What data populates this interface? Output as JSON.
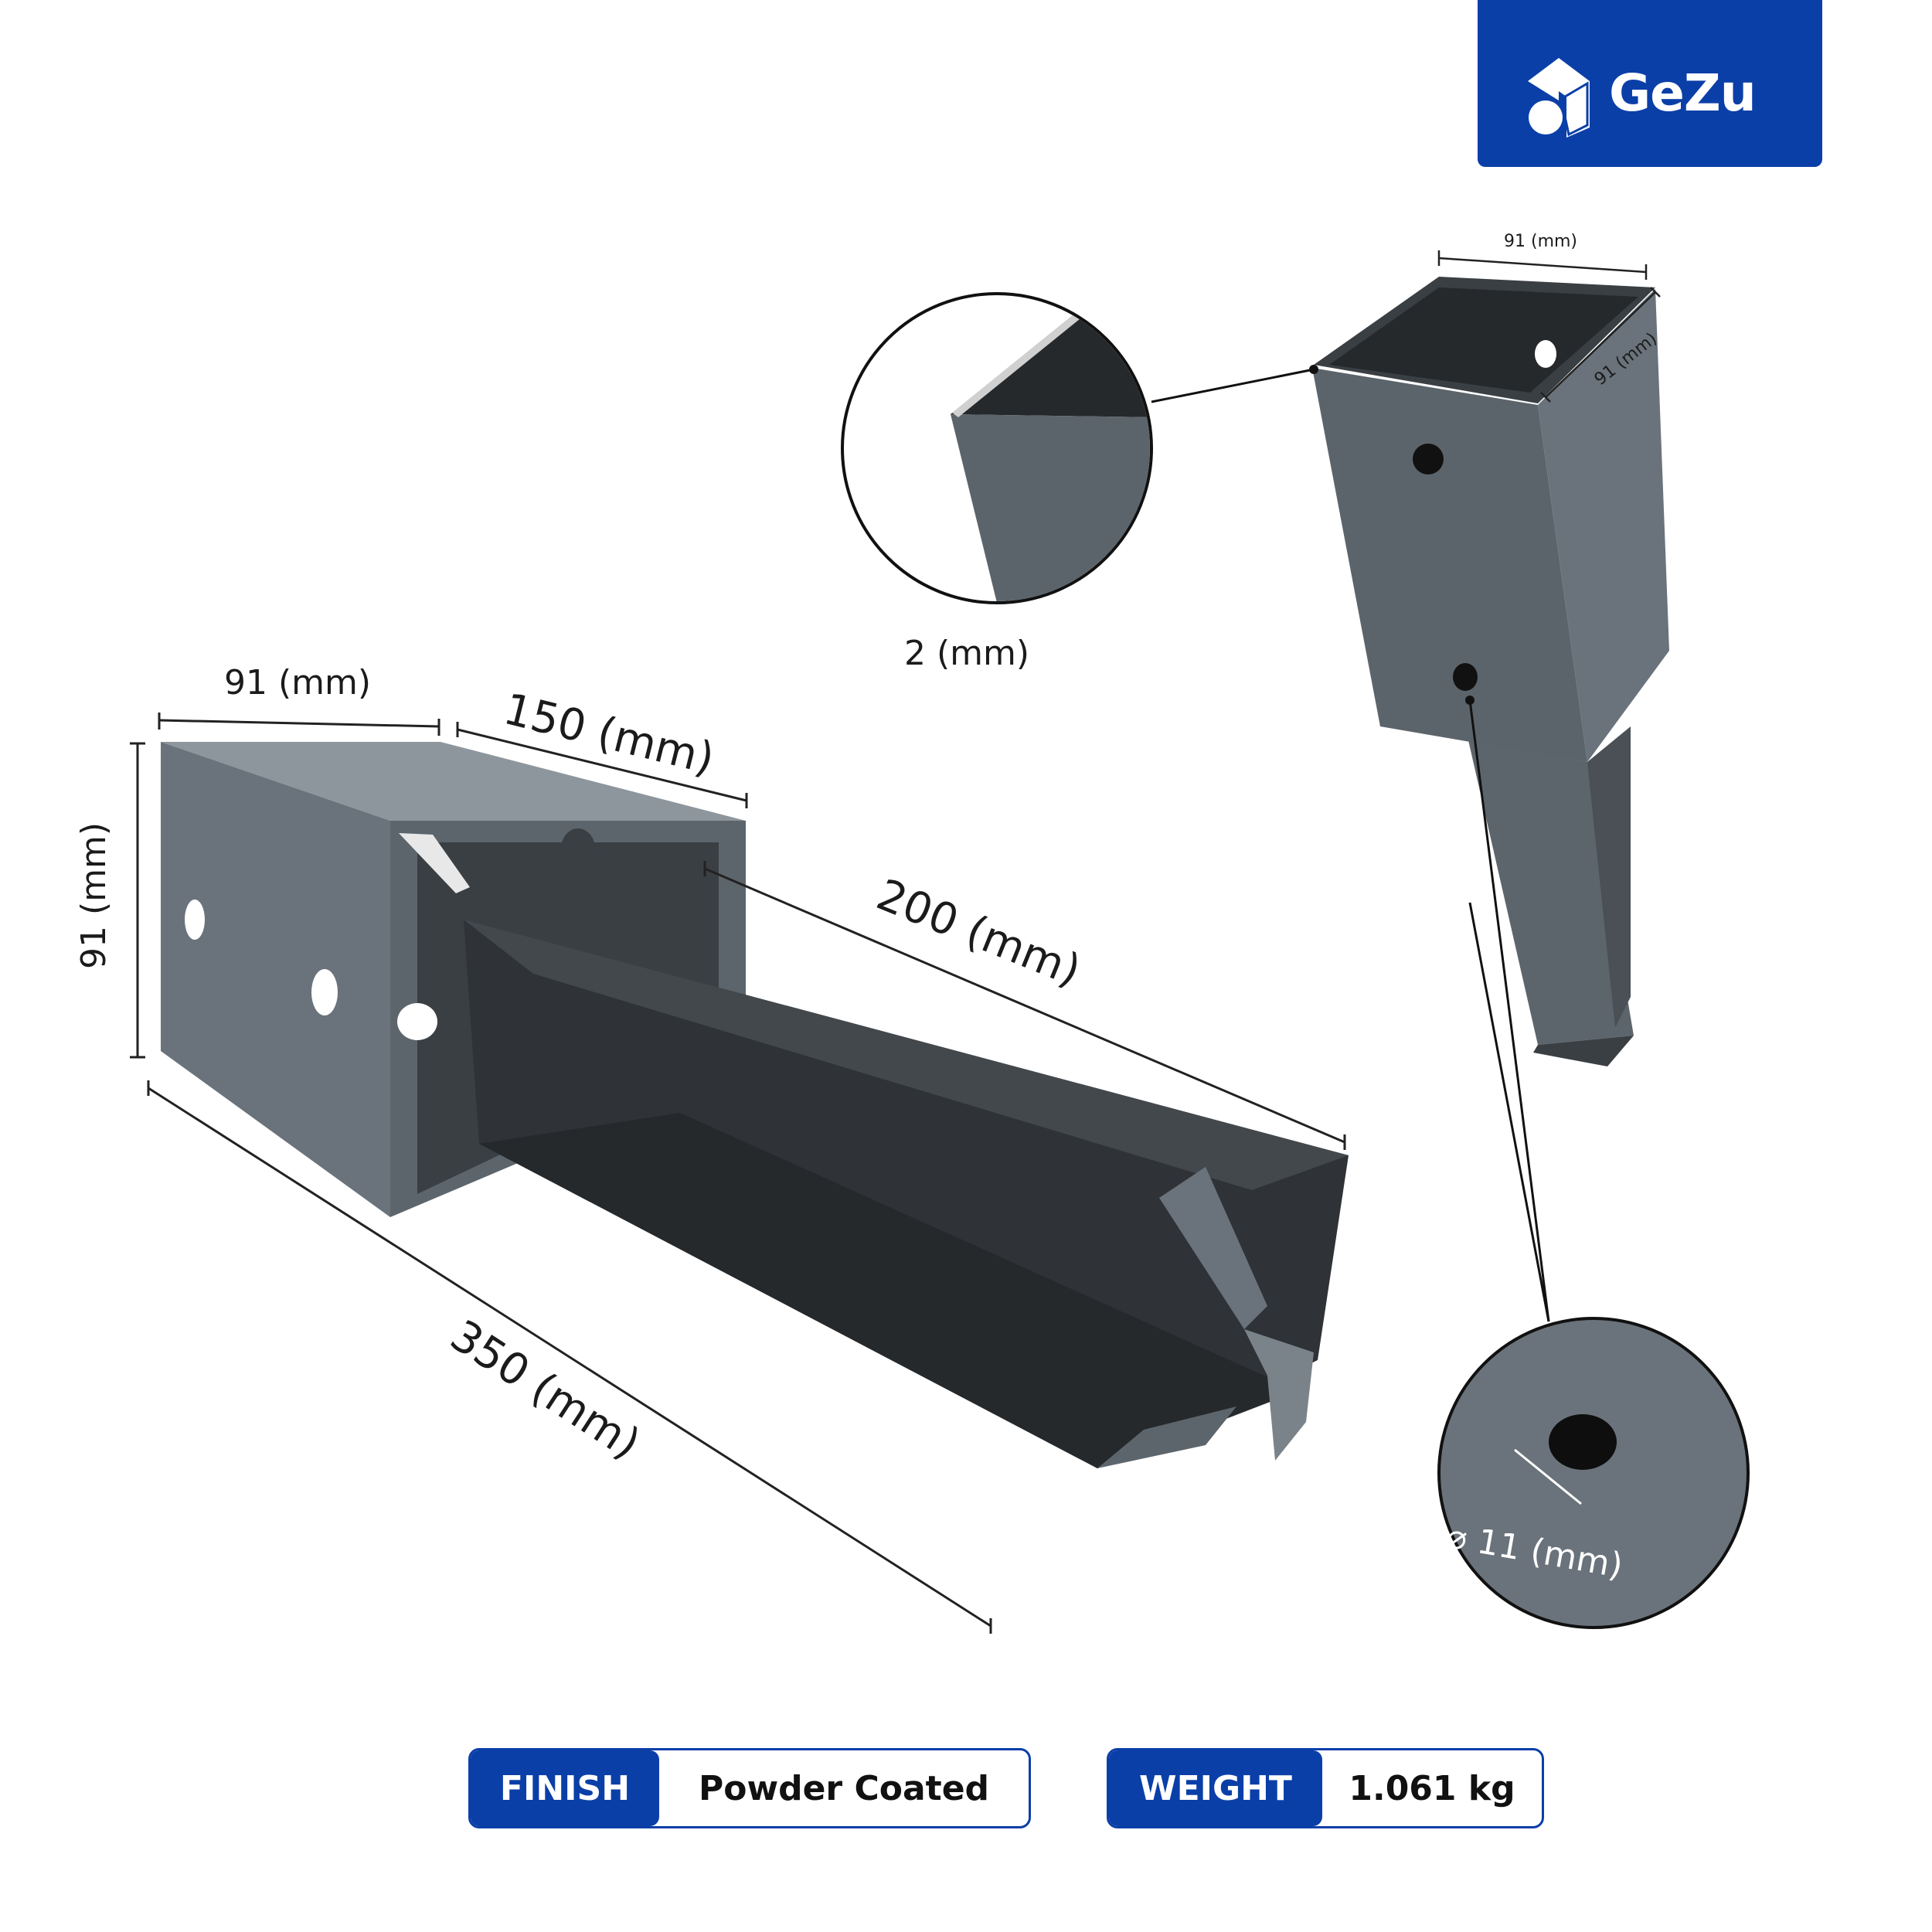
{
  "brand": {
    "logo_text": "GeZu",
    "accent_color": "#0b3fa8"
  },
  "dimensions": {
    "main_width": "91 (mm)",
    "main_height": "91 (mm)",
    "socket_depth": "150 (mm)",
    "spike_length": "200 (mm)",
    "total_length": "350 (mm)",
    "top_width": "91 (mm)",
    "top_depth": "91 (mm)",
    "thickness": "2 (mm)",
    "hole_diameter": "⌀ 11 (mm)"
  },
  "specs": [
    {
      "label": "FINISH",
      "value": "Powder Coated"
    },
    {
      "label": "WEIGHT",
      "value": "1.061 kg"
    }
  ],
  "colors": {
    "metal_light": "#6a737b",
    "metal_dark": "#2f3236",
    "metal_mid": "#4a5056"
  }
}
